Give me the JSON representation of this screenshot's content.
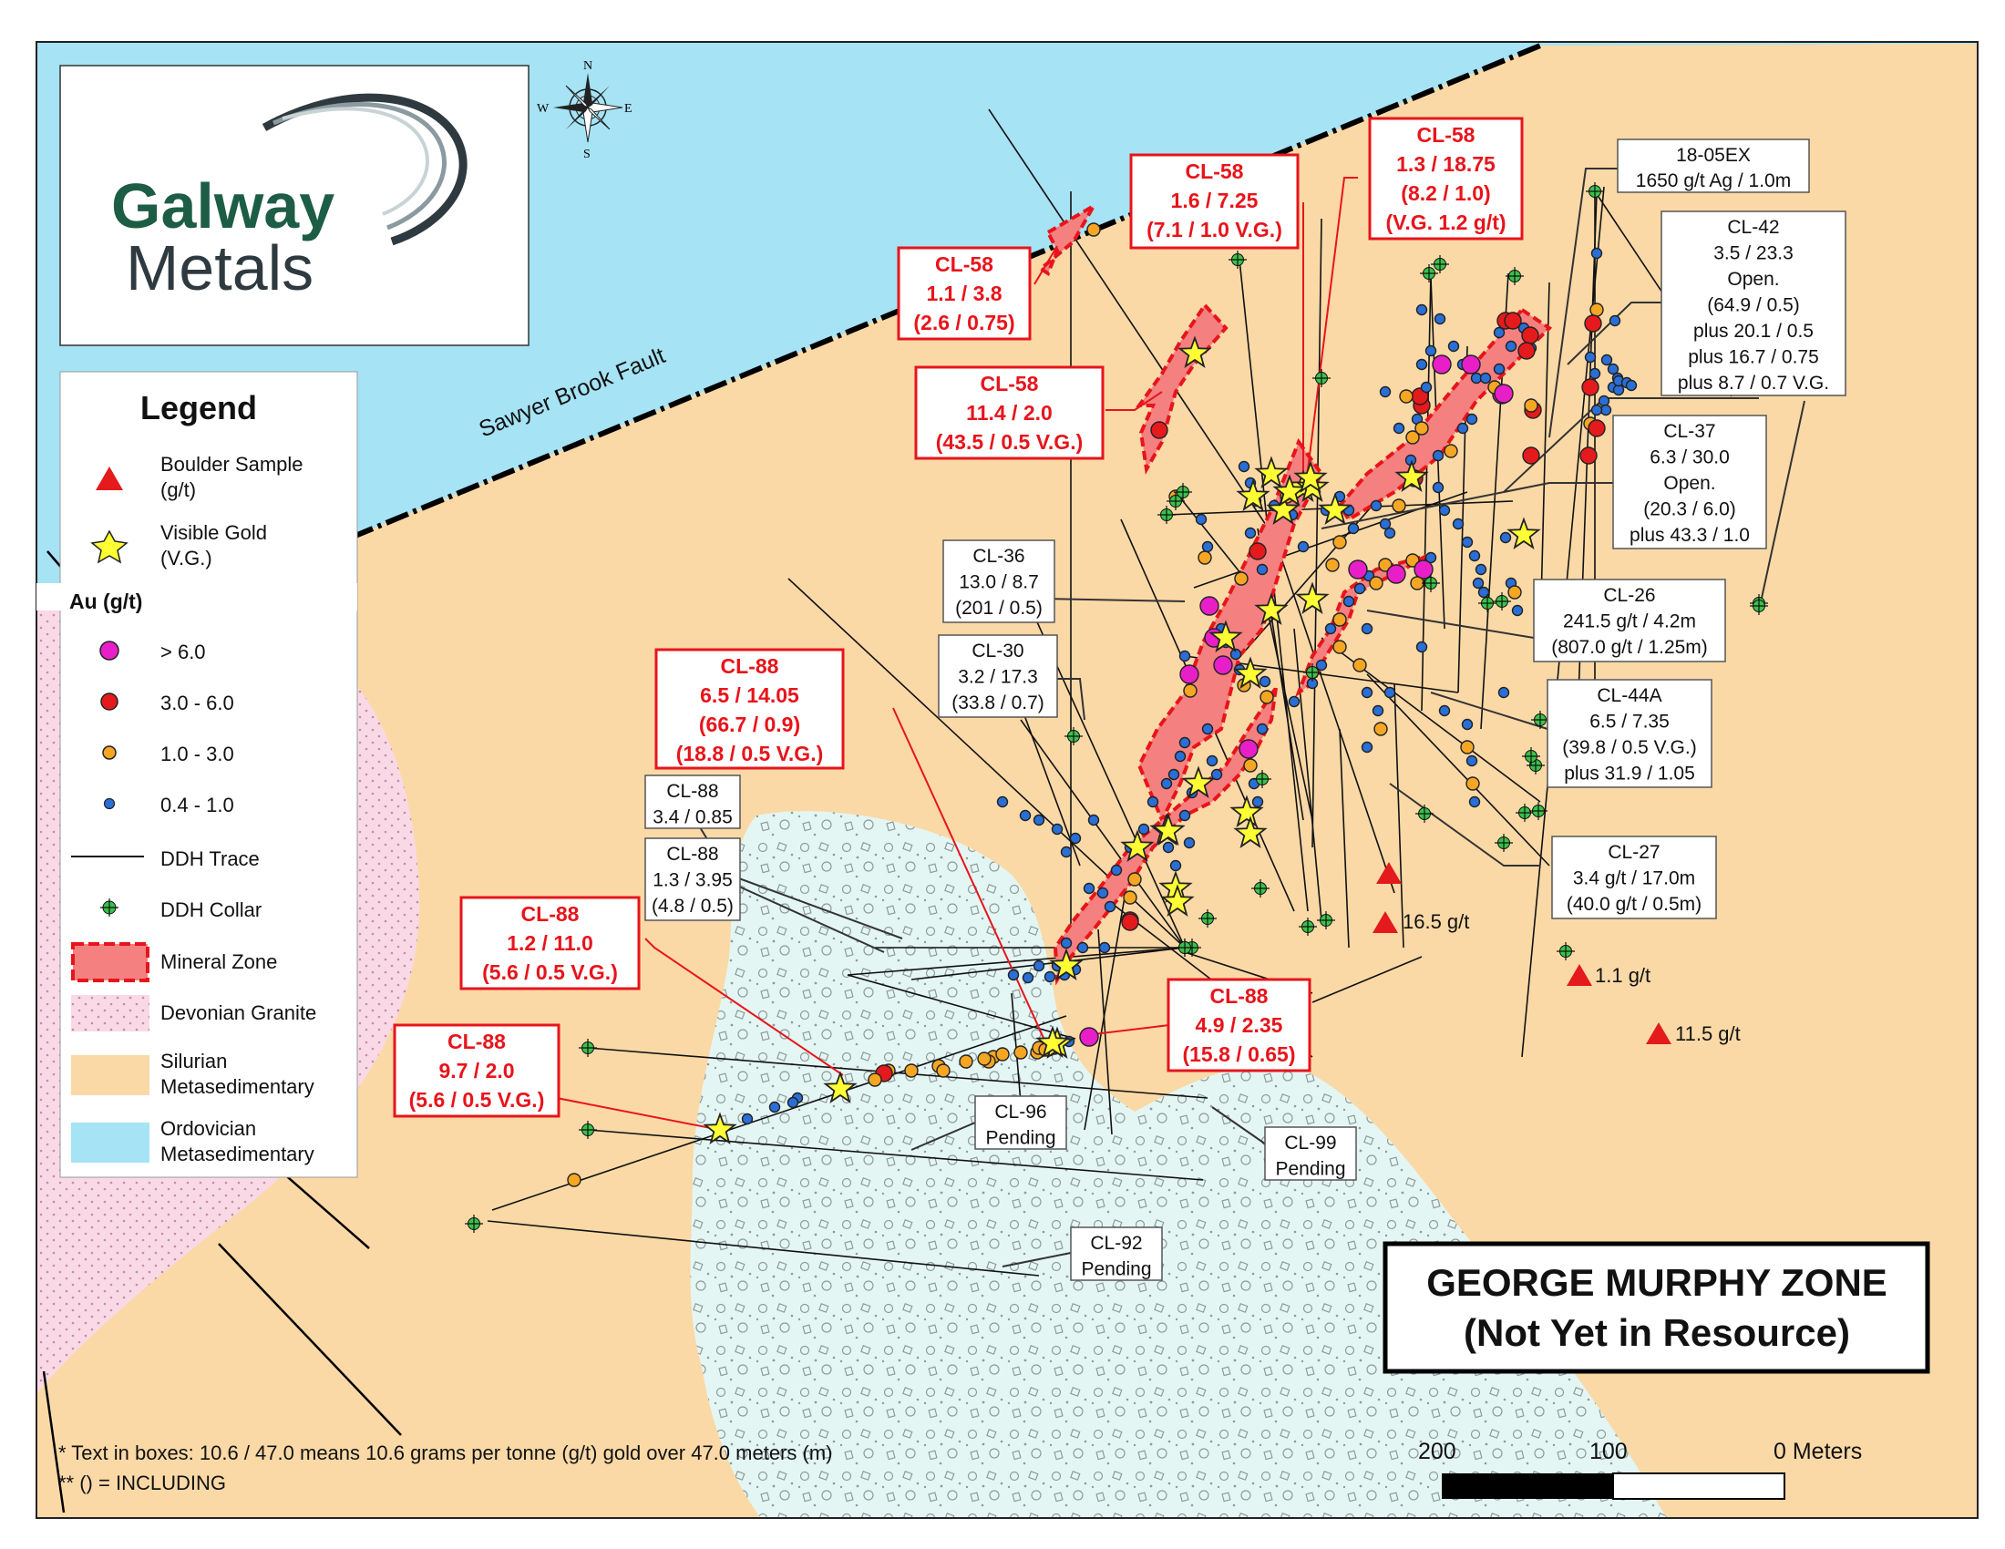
{
  "logo": {
    "line1": "Galway",
    "line2": "Metals"
  },
  "compass": {
    "n": "N",
    "s": "S",
    "e": "E",
    "w": "W"
  },
  "fault_label": "Sawyer Brook Fault",
  "legend": {
    "title": "Legend",
    "boulder_l1": "Boulder Sample",
    "boulder_l2": "(g/t)",
    "vg_l1": "Visible Gold",
    "vg_l2": "(V.G.)",
    "au_header": "Au (g/t)",
    "bin_gt6": "> 6.0",
    "bin_3_6": "3.0 - 6.0",
    "bin_1_3": "1.0 - 3.0",
    "bin_04_1": "0.4 - 1.0",
    "ddh_trace": "DDH Trace",
    "ddh_collar": "DDH Collar",
    "mineral_zone": "Mineral Zone",
    "granite": "Devonian Granite",
    "silurian_l1": "Silurian",
    "silurian_l2": "Metasedimentary",
    "ordovician_l1": "Ordovician",
    "ordovician_l2": "Metasedimentary",
    "colors": {
      "gt6": "#e81fc8",
      "b3_6": "#e41a1c",
      "b1_3": "#f5a623",
      "b04_1": "#2a6fd6",
      "collar": "#39c24a",
      "zone": "#f48080",
      "silurian": "#fad9a7",
      "ordovician": "#a6e3f5",
      "granite": "#f9d9e6"
    }
  },
  "red_boxes": [
    {
      "l1": "CL-58",
      "l2": "1.6 / 7.25",
      "l3": "(7.1 / 1.0 V.G.)"
    },
    {
      "l1": "CL-58",
      "l2": "1.3 / 18.75",
      "l3": "(8.2 / 1.0)",
      "l4": "(V.G. 1.2 g/t)"
    },
    {
      "l1": "CL-58",
      "l2": "1.1 / 3.8",
      "l3": "(2.6 / 0.75)"
    },
    {
      "l1": "CL-58",
      "l2": "11.4 / 2.0",
      "l3": "(43.5 / 0.5 V.G.)"
    },
    {
      "l1": "CL-88",
      "l2": "6.5 / 14.05",
      "l3": "(66.7 / 0.9)",
      "l4": "(18.8 / 0.5 V.G.)"
    },
    {
      "l1": "CL-88",
      "l2": "1.2 / 11.0",
      "l3": "(5.6 / 0.5 V.G.)"
    },
    {
      "l1": "CL-88",
      "l2": "9.7 / 2.0",
      "l3": "(5.6 / 0.5 V.G.)"
    },
    {
      "l1": "CL-88",
      "l2": "4.9 / 2.35",
      "l3": "(15.8 / 0.65)"
    }
  ],
  "black_boxes": [
    {
      "l1": "18-05EX",
      "l2": "1650 g/t Ag / 1.0m"
    },
    {
      "l1": "CL-42",
      "l2": "3.5 / 23.3",
      "l3": "Open.",
      "l4": "(64.9 / 0.5)",
      "l5": "plus 20.1 / 0.5",
      "l6": "plus 16.7 / 0.75",
      "l7": "plus 8.7 / 0.7 V.G."
    },
    {
      "l1": "CL-37",
      "l2": "6.3 / 30.0",
      "l3": "Open.",
      "l4": "(20.3 / 6.0)",
      "l5": "plus 43.3 / 1.0"
    },
    {
      "l1": "CL-36",
      "l2": "13.0 / 8.7",
      "l3": "(201 / 0.5)"
    },
    {
      "l1": "CL-26",
      "l2": "241.5 g/t / 4.2m",
      "l3": "(807.0 g/t / 1.25m)"
    },
    {
      "l1": "CL-30",
      "l2": "3.2 / 17.3",
      "l3": "(33.8 / 0.7)"
    },
    {
      "l1": "CL-44A",
      "l2": "6.5 / 7.35",
      "l3": "(39.8 / 0.5 V.G.)",
      "l4": "plus 31.9 / 1.05"
    },
    {
      "l1": "CL-88",
      "l2": "3.4 / 0.85"
    },
    {
      "l1": "CL-88",
      "l2": "1.3 / 3.95",
      "l3": "(4.8 / 0.5)"
    },
    {
      "l1": "CL-27",
      "l2": "3.4 g/t / 17.0m",
      "l3": "(40.0 g/t / 0.5m)"
    },
    {
      "l1": "CL-96",
      "l2": "Pending"
    },
    {
      "l1": "CL-99",
      "l2": "Pending"
    },
    {
      "l1": "CL-92",
      "l2": "Pending"
    }
  ],
  "boulders": [
    {
      "label": ""
    },
    {
      "label": "16.5 g/t"
    },
    {
      "label": "1.1 g/t"
    },
    {
      "label": "11.5 g/t"
    }
  ],
  "title_box": {
    "l1": "GEORGE MURPHY ZONE",
    "l2": "(Not Yet in Resource)"
  },
  "footnote": {
    "l1": "* Text in boxes: 10.6 / 47.0 means 10.6 grams per tonne (g/t) gold over 47.0 meters (m)",
    "l2": "** () = INCLUDING"
  },
  "scale": {
    "t200": "200",
    "t100": "100",
    "t0": "0 Meters"
  }
}
